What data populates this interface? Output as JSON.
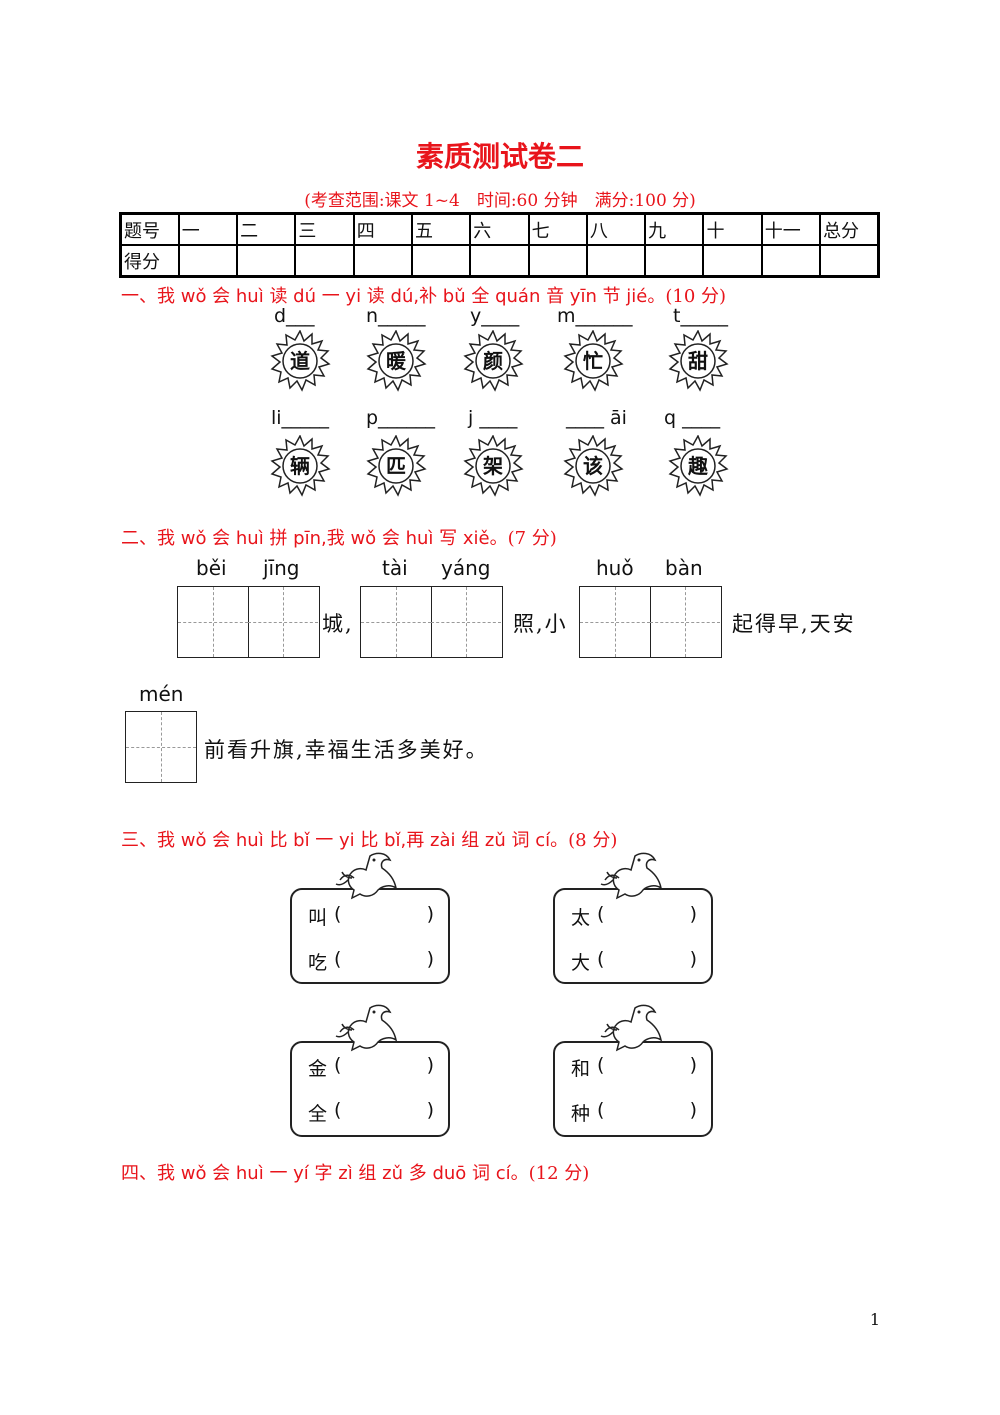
{
  "title": "素质测试卷二",
  "subtitle": "(考查范围:课文 1~4　时间:60 分钟　满分:100 分)",
  "score_table": {
    "row1": [
      "题号",
      "一",
      "二",
      "三",
      "四",
      "五",
      "六",
      "七",
      "八",
      "九",
      "十",
      "十一",
      "总分"
    ],
    "row2_label": "得分"
  },
  "q1": {
    "heading": "一、我 wǒ 会 huì 读 dú 一 yi 读 dú,补 bǔ 全 quán 音 yīn 节 jié。",
    "points": "(10 分)",
    "row1": [
      {
        "label": "d___",
        "char": "道"
      },
      {
        "label": "n_____",
        "char": "暖"
      },
      {
        "label": "y____",
        "char": "颜"
      },
      {
        "label": "m______",
        "char": "忙"
      },
      {
        "label": "t_____",
        "char": "甜"
      }
    ],
    "row2": [
      {
        "label": "li_____",
        "char": "辆"
      },
      {
        "label": "p______",
        "char": "匹"
      },
      {
        "label": "j ____",
        "char": "架"
      },
      {
        "label": "____ āi",
        "char": "该"
      },
      {
        "label": "q ____",
        "char": "趣"
      }
    ]
  },
  "q2": {
    "heading": "二、我 wǒ 会 huì 拼 pīn,我 wǒ 会 huì 写 xiě。",
    "points": "(7 分)",
    "pinyin": [
      "běi",
      "jīng",
      "tài",
      "yáng",
      "huǒ",
      "bàn",
      "mén"
    ],
    "text1": "城,",
    "text2": "照,小",
    "text3": "起得早,天安",
    "text4": "前看升旗,幸福生活多美好。"
  },
  "q3": {
    "heading": "三、我 wǒ 会 huì 比 bǐ 一 yi 比 bǐ,再 zài 组 zǔ 词 cí。",
    "points": "(8 分)",
    "cards": [
      {
        "a": "叫",
        "b": "吃"
      },
      {
        "a": "太",
        "b": "大"
      },
      {
        "a": "金",
        "b": "全"
      },
      {
        "a": "和",
        "b": "种"
      }
    ],
    "lparen": "(",
    "rparen": ")"
  },
  "q4": {
    "heading": "四、我 wǒ 会 huì 一 yí 字 zì 组 zǔ 多 duō 词 cí。",
    "points": "(12 分)"
  },
  "page_number": "1",
  "colors": {
    "heading_red": "#e8141b"
  }
}
